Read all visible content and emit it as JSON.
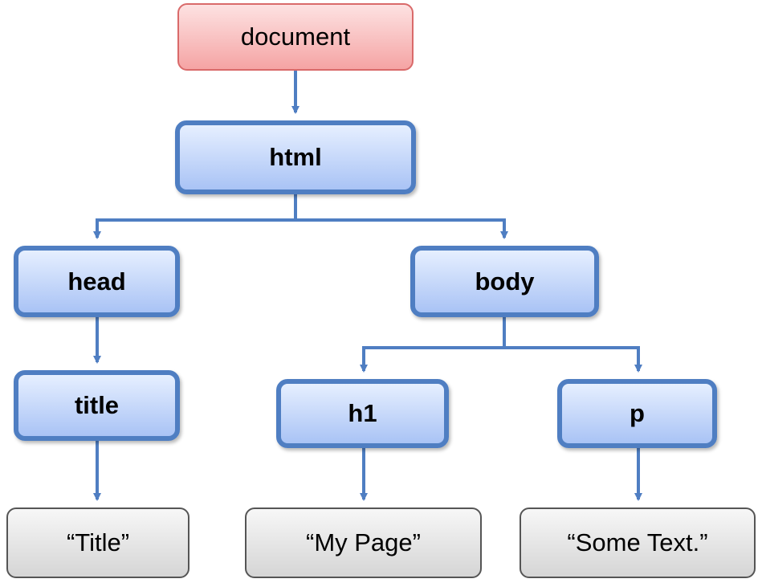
{
  "diagram": {
    "type": "DOM tree",
    "colors": {
      "connector": "#4f7ec2",
      "document_fill": "#f5a4a4",
      "element_fill": "#a9c3f5",
      "text_fill": "#d5d5d5"
    },
    "nodes": {
      "document": "document",
      "html": "html",
      "head": "head",
      "body": "body",
      "title": "title",
      "h1": "h1",
      "p": "p",
      "title_text": "“Title”",
      "h1_text": "“My Page”",
      "p_text": "“Some Text.”"
    },
    "edges": [
      [
        "document",
        "html"
      ],
      [
        "html",
        "head"
      ],
      [
        "html",
        "body"
      ],
      [
        "head",
        "title"
      ],
      [
        "body",
        "h1"
      ],
      [
        "body",
        "p"
      ],
      [
        "title",
        "title_text"
      ],
      [
        "h1",
        "h1_text"
      ],
      [
        "p",
        "p_text"
      ]
    ]
  }
}
